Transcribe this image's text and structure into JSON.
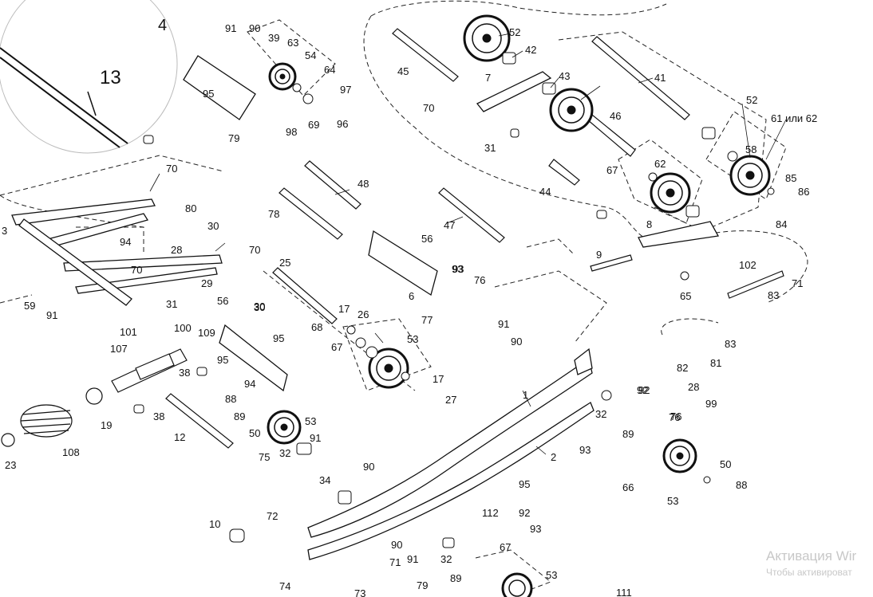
{
  "diagram": {
    "inset_label": "13",
    "part_labels": [
      "4",
      "91",
      "90",
      "39",
      "63",
      "54",
      "64",
      "97",
      "95",
      "69",
      "96",
      "79",
      "98",
      "52",
      "42",
      "45",
      "7",
      "43",
      "70",
      "41",
      "46",
      "31",
      "61 или 62",
      "58",
      "67",
      "62",
      "44",
      "85",
      "86",
      "84",
      "8",
      "48",
      "78",
      "47",
      "56",
      "3",
      "80",
      "30",
      "28",
      "94",
      "70",
      "29",
      "25",
      "93",
      "59",
      "91",
      "31",
      "101",
      "100",
      "102",
      "71",
      "9",
      "83",
      "65",
      "17",
      "26",
      "68",
      "53",
      "67",
      "77",
      "107",
      "109",
      "38",
      "95",
      "19",
      "38",
      "88",
      "89",
      "50",
      "81",
      "82",
      "108",
      "23",
      "12",
      "53",
      "32",
      "91",
      "90",
      "75",
      "72",
      "34",
      "1",
      "92",
      "99",
      "76",
      "2",
      "10",
      "66",
      "112",
      "92",
      "93",
      "73",
      "74",
      "111",
      "71",
      "79",
      "90",
      "91",
      "32",
      "67",
      "89",
      "53",
      "95",
      "52",
      "6",
      "76",
      "93",
      "95",
      "94",
      "30",
      "56",
      "70",
      "17",
      "27",
      "32",
      "88",
      "50",
      "53",
      "92",
      "76",
      "83",
      "28",
      "93",
      "91",
      "90",
      "30",
      "70",
      "89"
    ]
  },
  "watermark": {
    "line1": "Активация Wir",
    "line2": "Чтобы активироват"
  }
}
